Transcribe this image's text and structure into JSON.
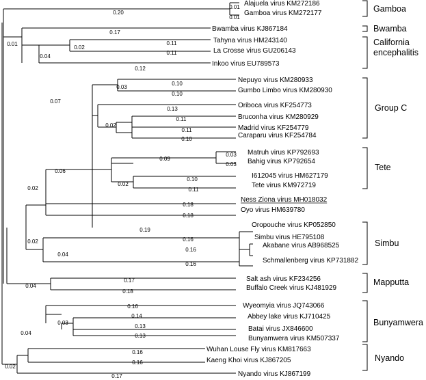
{
  "tree": {
    "leaves": [
      {
        "id": "alajuela",
        "label": "Alajuela virus KM272186"
      },
      {
        "id": "gamboa",
        "label": "Gamboa virus KM272177"
      },
      {
        "id": "bwamba",
        "label": "Bwamba virus KJ867184"
      },
      {
        "id": "tahyna",
        "label": "Tahyna virus HM243140"
      },
      {
        "id": "lacrosse",
        "label": "La Crosse virus GU206143"
      },
      {
        "id": "inkoo",
        "label": "Inkoo virus EU789573"
      },
      {
        "id": "nepuyo",
        "label": "Nepuyo virus KM280933"
      },
      {
        "id": "gumbo",
        "label": "Gumbo Limbo virus KM280930"
      },
      {
        "id": "oriboca",
        "label": "Oriboca virus KF254773"
      },
      {
        "id": "bruconha",
        "label": "Bruconha virus KM280929"
      },
      {
        "id": "madrid",
        "label": "Madrid virus KF254779"
      },
      {
        "id": "caraparu",
        "label": "Caraparu virus KF254784"
      },
      {
        "id": "matruh",
        "label": "Matruh virus KP792693"
      },
      {
        "id": "bahig",
        "label": "Bahig virus KP792654"
      },
      {
        "id": "i612045",
        "label": "I612045 virus HM627179"
      },
      {
        "id": "tete",
        "label": "Tete virus KM972719"
      },
      {
        "id": "nessziona",
        "label": "Ness Ziona virus MH018032",
        "underline": true
      },
      {
        "id": "oyo",
        "label": "Oyo virus HM639780"
      },
      {
        "id": "oropouche",
        "label": "Oropouche virus KP052850"
      },
      {
        "id": "simbu",
        "label": "Simbu virus HE795108"
      },
      {
        "id": "akabane",
        "label": "Akabane virus AB968525"
      },
      {
        "id": "schmallenberg",
        "label": "Schmallenberg virus KP731882"
      },
      {
        "id": "saltash",
        "label": "Salt ash virus KF234256"
      },
      {
        "id": "buffalo",
        "label": "Buffalo Creek virus KJ481929"
      },
      {
        "id": "wyeomyia",
        "label": "Wyeomyia virus JQ743066"
      },
      {
        "id": "abbey",
        "label": "Abbey lake virus KJ710425"
      },
      {
        "id": "batai",
        "label": "Batai virus JX846600"
      },
      {
        "id": "bunyamwera",
        "label": "Bunyamwera virus KM507337"
      },
      {
        "id": "wuhan",
        "label": "Wuhan Louse Fly virus KM817663"
      },
      {
        "id": "kaeng",
        "label": "Kaeng Khoi virus KJ867205"
      },
      {
        "id": "nyando",
        "label": "Nyando virus KJ867199"
      }
    ],
    "branch_lengths": [
      "0.20",
      "0.01",
      "0.01",
      "0.17",
      "0.01",
      "0.02",
      "0.11",
      "0.11",
      "0.04",
      "0.12",
      "0.03",
      "0.10",
      "0.10",
      "0.07",
      "0.13",
      "0.11",
      "0.02",
      "0.11",
      "0.10",
      "0.09",
      "0.03",
      "0.03",
      "0.06",
      "0.10",
      "0.02",
      "0.11",
      "0.02",
      "0.18",
      "0.18",
      "0.19",
      "0.16",
      "0.16",
      "0.04",
      "0.02",
      "0.16",
      "0.17",
      "0.18",
      "0.04",
      "0.16",
      "0.14",
      "0.13",
      "0.03",
      "0.13",
      "0.04",
      "0.16",
      "0.16",
      "0.02",
      "0.17"
    ],
    "groups": [
      {
        "id": "gamboa",
        "lines": [
          "Gamboa"
        ]
      },
      {
        "id": "bwamba",
        "lines": [
          "Bwamba"
        ]
      },
      {
        "id": "california",
        "lines": [
          "California",
          "encephalitis"
        ]
      },
      {
        "id": "groupc",
        "lines": [
          "Group C"
        ]
      },
      {
        "id": "tete",
        "lines": [
          "Tete"
        ]
      },
      {
        "id": "simbu",
        "lines": [
          "Simbu"
        ]
      },
      {
        "id": "mapputta",
        "lines": [
          "Mapputta"
        ]
      },
      {
        "id": "bunyamwera",
        "lines": [
          "Bunyamwera"
        ]
      },
      {
        "id": "nyando",
        "lines": [
          "Nyando"
        ]
      }
    ]
  }
}
